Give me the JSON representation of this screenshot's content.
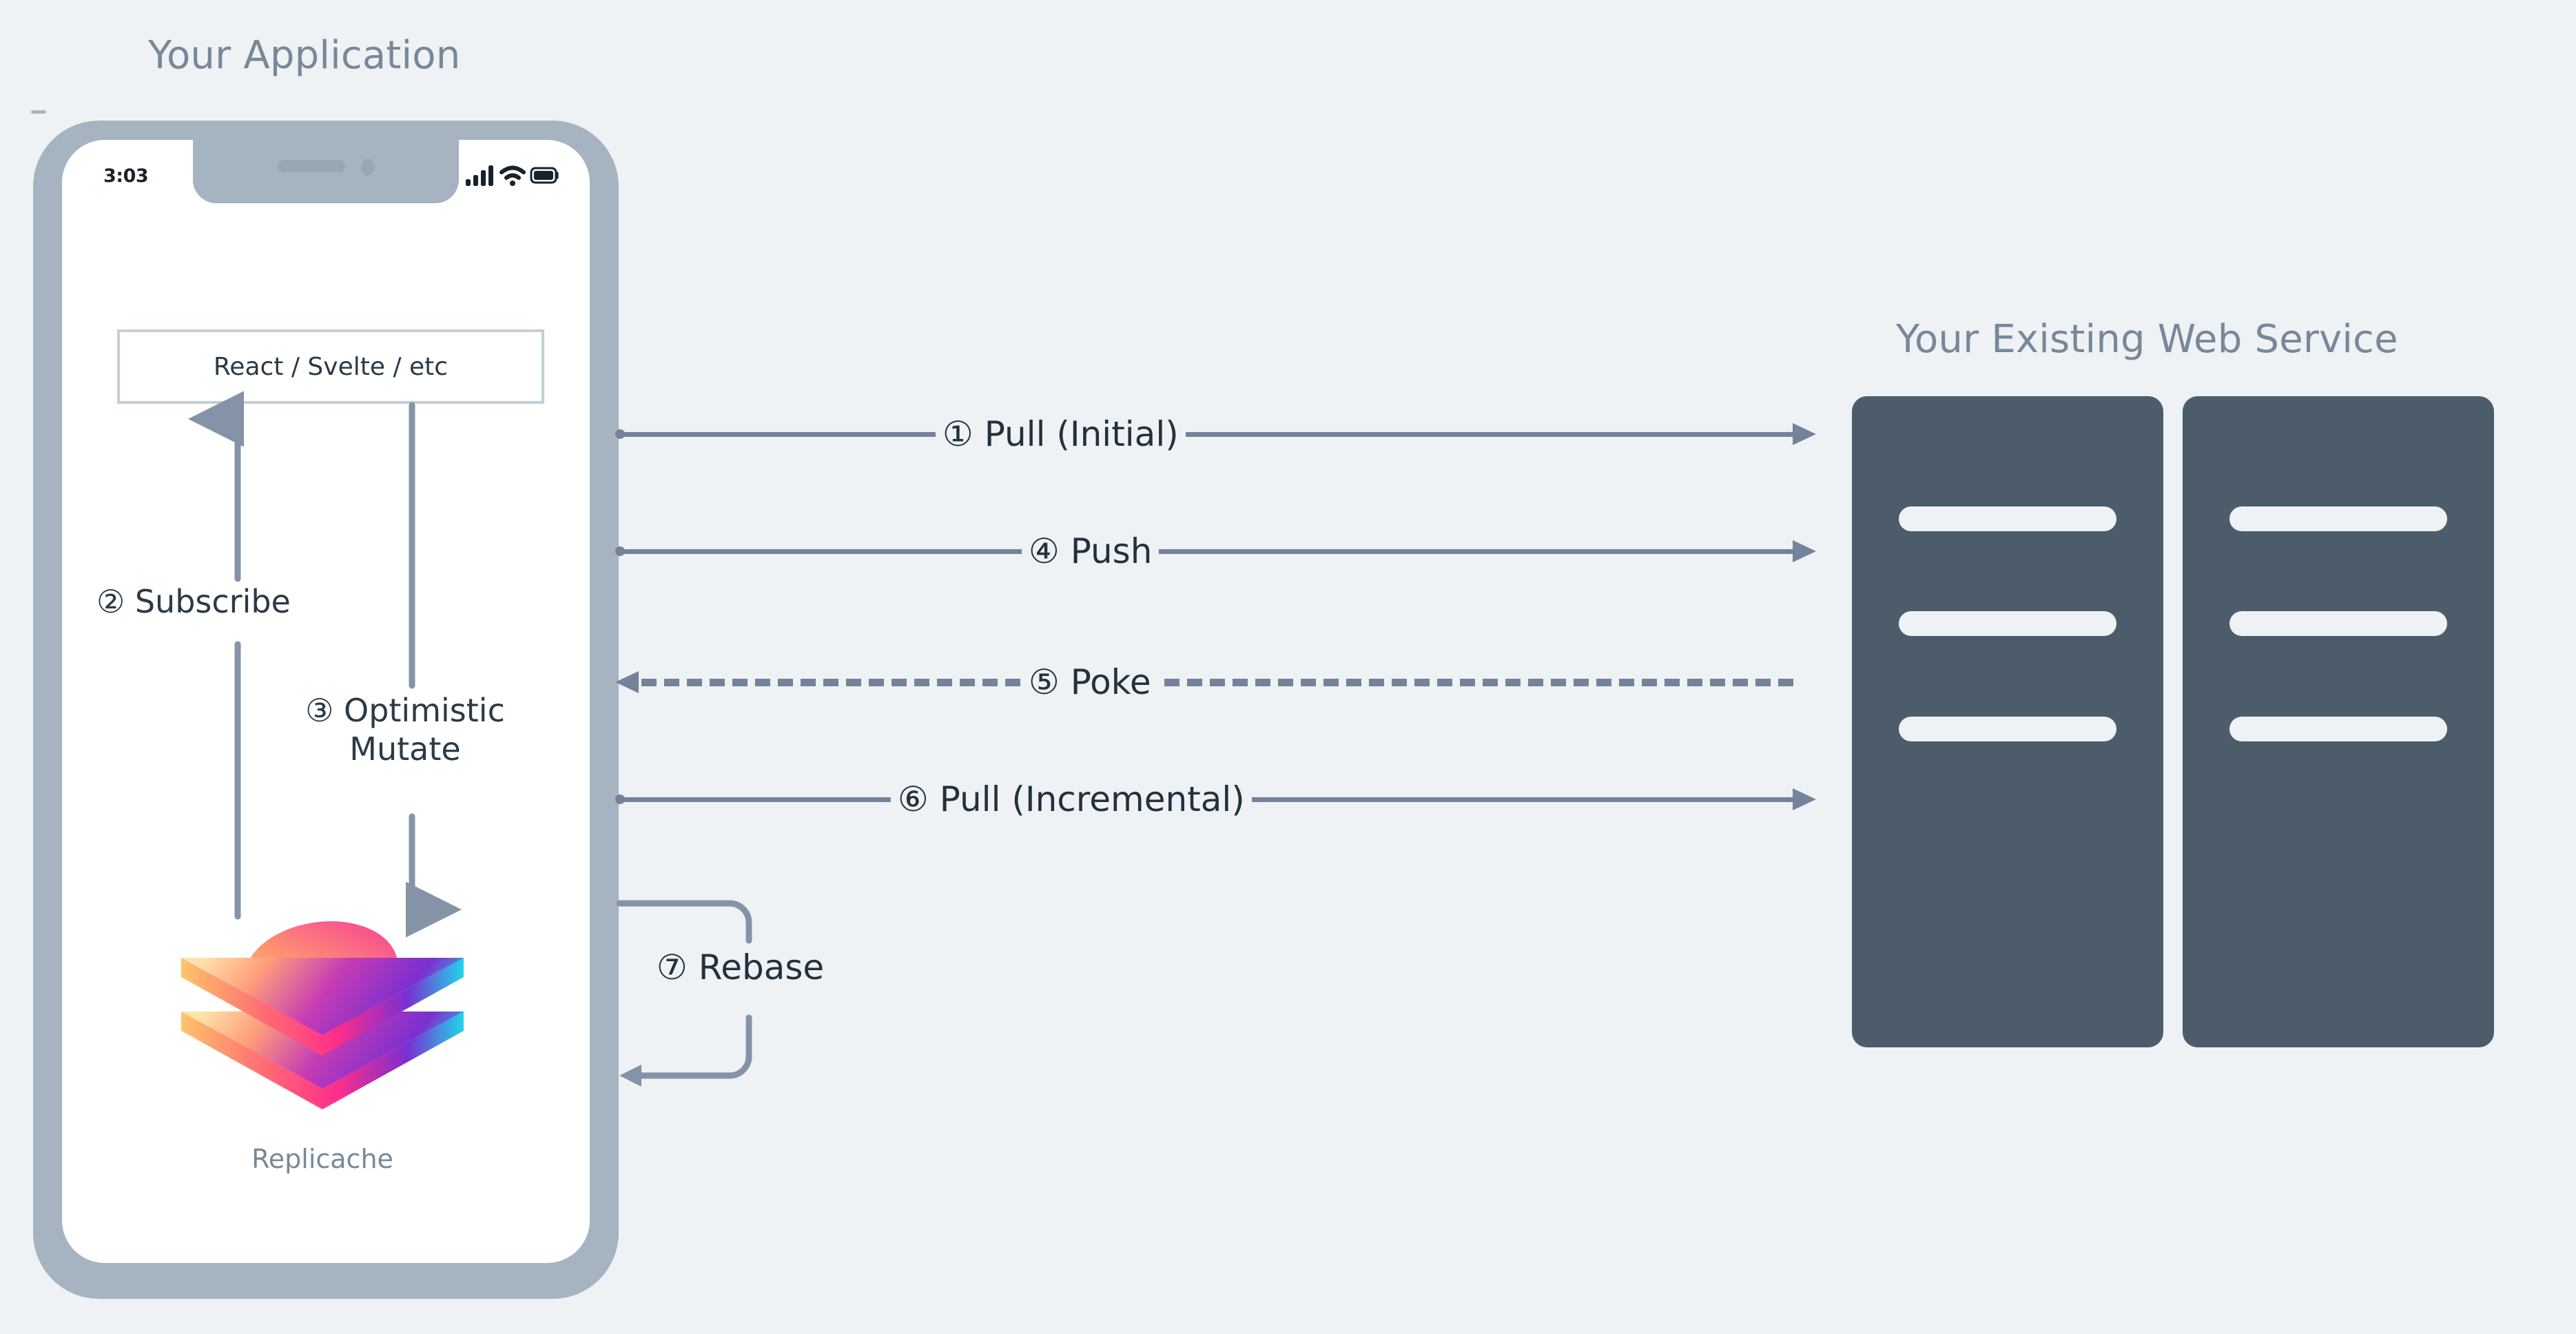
{
  "background_color": "#eef2f5",
  "accent_line_color": "#74839a",
  "label_text_color": "#23313e",
  "title_color": "#78889a",
  "server_color": "#4c5c6b",
  "phone_frame_color": "#a6b3c0",
  "client": {
    "title": "Your Application",
    "status_bar": {
      "time": "3:03",
      "icons": [
        "cellular-signal-icon",
        "wifi-icon",
        "battery-icon"
      ]
    },
    "ui_framework_box": {
      "label": "React / Svelte / etc"
    },
    "steps": {
      "subscribe": "② Subscribe",
      "optimistic_mutate_line1": "③ Optimistic",
      "optimistic_mutate_line2": "Mutate"
    },
    "store": {
      "name": "Replicache",
      "logo": "replicache-layers-logo"
    }
  },
  "service": {
    "title": "Your Existing Web Service",
    "racks": [
      {
        "name": "server-rack-1",
        "bars": 3
      },
      {
        "name": "server-rack-2",
        "bars": 3
      }
    ]
  },
  "flows": [
    {
      "id": "pull-initial",
      "label": "① Pull (Initial)",
      "direction": "right",
      "style": "solid"
    },
    {
      "id": "push",
      "label": "④ Push",
      "direction": "right",
      "style": "solid"
    },
    {
      "id": "poke",
      "label": "⑤ Poke",
      "direction": "left",
      "style": "dashed"
    },
    {
      "id": "pull-incremental",
      "label": "⑥ Pull (Incremental)",
      "direction": "right",
      "style": "solid"
    }
  ],
  "rebase": {
    "label": "⑦ Rebase"
  }
}
